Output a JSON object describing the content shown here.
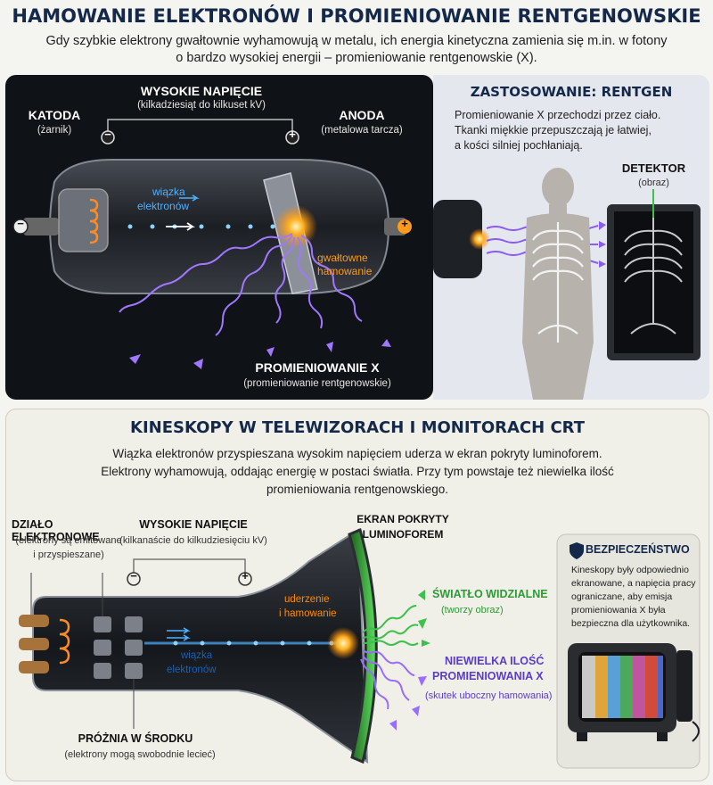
{
  "header": {
    "title": "HAMOWANIE ELEKTRONÓW I PROMIENIOWANIE RENTGENOWSKIE",
    "line1": "Gdy szybkie elektrony gwałtownie wyhamowują w metalu, ich energia kinetyczna zamienia się m.in. w fotony",
    "line2": "o bardzo wysokiej energii – promieniowanie rentgenowskie (X)."
  },
  "xray_tube": {
    "voltage_title": "WYSOKIE NAPIĘCIE",
    "voltage_sub": "(kilkadziesiąt do kilkuset kV)",
    "cathode_title": "KATODA",
    "cathode_sub": "(żarnik)",
    "anode_title": "ANODA",
    "anode_sub": "(metalowa tarcza)",
    "beam_line1": "wiązka",
    "beam_line2": "elektronów",
    "braking_line1": "gwałtowne",
    "braking_line2": "hamowanie",
    "rad_title": "PROMIENIOWANIE X",
    "rad_sub": "(promieniowanie rentgenowskie)",
    "minus": "−",
    "plus": "+"
  },
  "application": {
    "title": "ZASTOSOWANIE: RENTGEN",
    "line1": "Promieniowanie X przechodzi przez ciało.",
    "line2": "Tkanki miękkie przepuszczają je łatwiej,",
    "line3": "a kości silniej pochłaniają.",
    "detector_title": "DETEKTOR",
    "detector_sub": "(obraz)"
  },
  "crt": {
    "title": "KINESKOPY W TELEWIZORACH I MONITORACH CRT",
    "line1": "Wiązka elektronów przyspieszana wysokim napięciem uderza w ekran pokryty luminoforem.",
    "line2": "Elektrony wyhamowują, oddając energię w postaci światła. Przy tym powstaje też niewielka ilość",
    "line3": "promieniowania rentgenowskiego.",
    "gun_title": "DZIAŁO ELEKTRONOWE",
    "gun_sub1": "(elektrony są emitowane",
    "gun_sub2": "i przyspieszane)",
    "voltage_title": "WYSOKIE NAPIĘCIE",
    "voltage_sub": "(kilkanaście do kilkudziesięciu kV)",
    "screen_title1": "EKRAN POKRYTY",
    "screen_title2": "LUMINOFOREM",
    "impact_line1": "uderzenie",
    "impact_line2": "i hamowanie",
    "beam_line1": "wiązka",
    "beam_line2": "elektronów",
    "light_title": "ŚWIATŁO WIDZIALNE",
    "light_sub": "(tworzy obraz)",
    "xray_title1": "NIEWIELKA ILOŚĆ",
    "xray_title2": "PROMIENIOWANIA X",
    "xray_sub": "(skutek uboczny hamowania)",
    "vacuum_title": "PRÓŻNIA W ŚRODKU",
    "vacuum_sub": "(elektrony mogą swobodnie lecieć)",
    "minus": "−",
    "plus": "+"
  },
  "safety": {
    "title": "BEZPIECZEŃSTWO",
    "line1": "Kineskopy były odpowiednio",
    "line2": "ekranowane, a napięcia pracy",
    "line3": "ograniczane, aby emisja",
    "line4": "promieniowania X była",
    "line5": "bezpieczna dla użytkownika."
  },
  "colors": {
    "beam": "#4fb0ff",
    "xray": "#9a6dff",
    "light": "#3cc24a",
    "spark": "#ffb020",
    "title": "#14284a"
  }
}
